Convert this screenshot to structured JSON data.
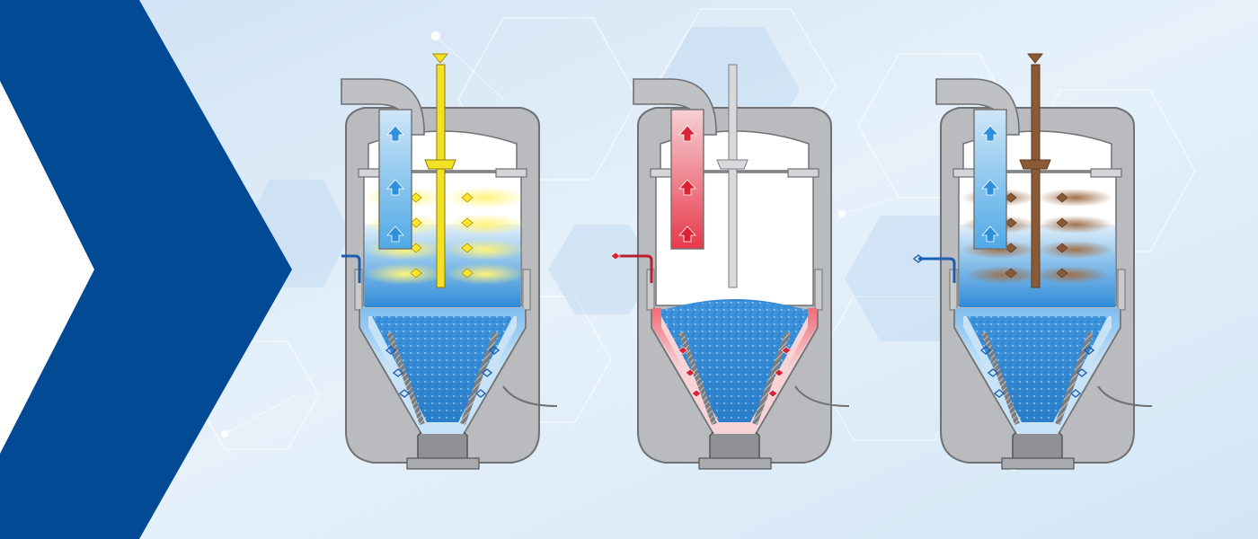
{
  "colors": {
    "brand_blue": "#034a94",
    "background": "#dfecf8",
    "vessel_gray": "#b9bbbe",
    "vessel_border": "#6f7173",
    "liquid_blue": "#5aa9e6",
    "stage_1_flow": "#f2e227",
    "stage_2_flow": "#e8394a",
    "stage_3_flow": "#8a5a36",
    "air_outlet": "#5fb4ea"
  },
  "stages": [
    {
      "id": "stage-1",
      "flow_color": "yellow"
    },
    {
      "id": "stage-2",
      "flow_color": "red"
    },
    {
      "id": "stage-3",
      "flow_color": "brown"
    }
  ]
}
